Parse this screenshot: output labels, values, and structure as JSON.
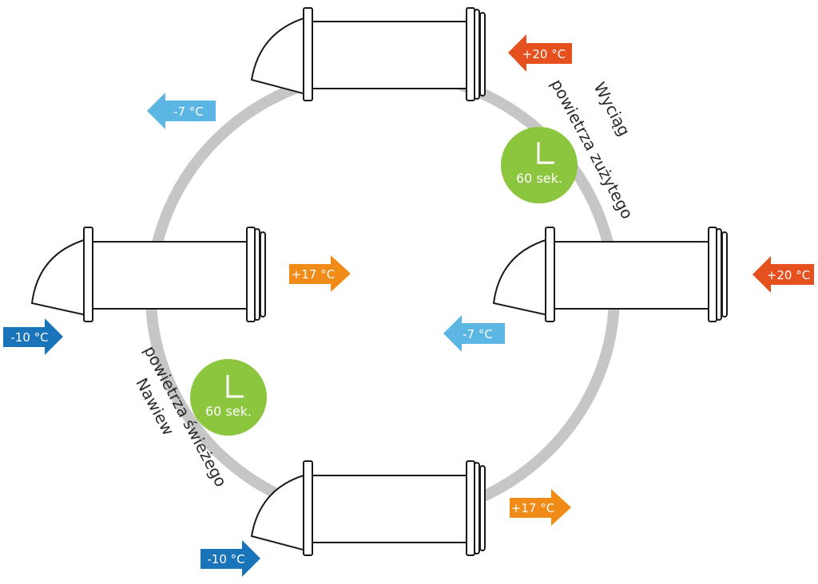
{
  "labels": {
    "arrow_top_right": "+20 °C",
    "arrow_top_left": "-7 °C",
    "arrow_mid_center": "+17 °C",
    "arrow_far_left": "-10 °C",
    "arrow_far_right": "+20 °C",
    "arrow_mid_right": "-7 °C",
    "arrow_bottom_right": "+17 °C",
    "arrow_bottom_left": "-10 °C"
  },
  "timers": {
    "top": "60 sek.",
    "bottom": "60 sek."
  },
  "arc_text": {
    "exhaust_line1": "Wyciąg",
    "exhaust_line2": "powietrza zużytego",
    "supply_line1": "Nawiew",
    "supply_line2": "powietrza świeżego"
  },
  "colors": {
    "warm": "#e5501e",
    "cold_light": "#5bb6e3",
    "cold_dark": "#1a74b9",
    "mild": "#ef8b16",
    "timer": "#8cc63f",
    "ring": "#c6c6c6"
  },
  "icons": [
    "vent-unit-icon",
    "timer-icon"
  ]
}
